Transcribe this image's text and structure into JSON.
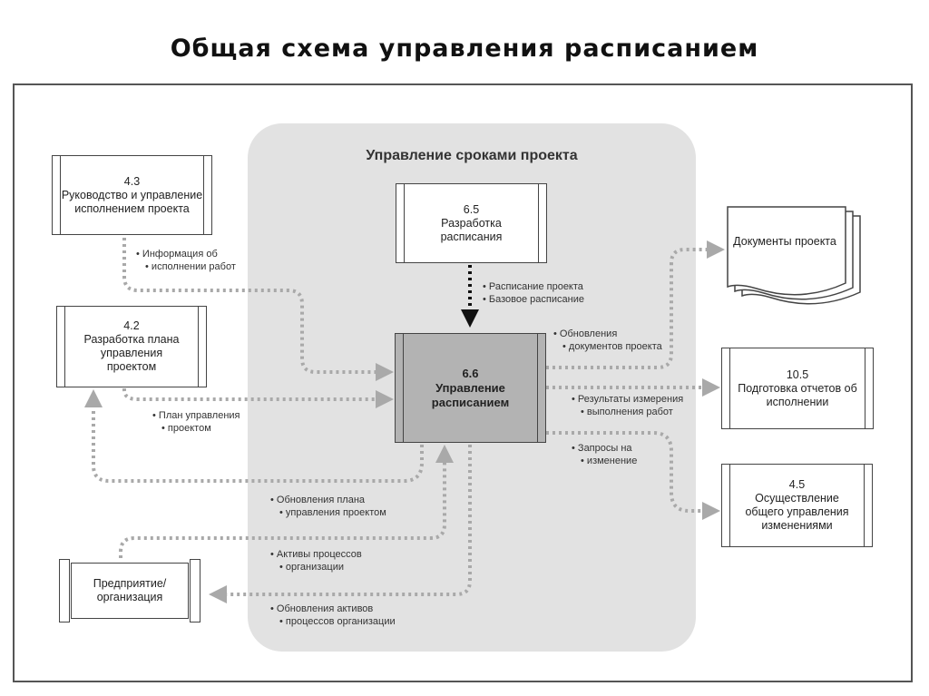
{
  "title": "Общая схема управления расписанием",
  "area_title": "Управление сроками проекта",
  "nodes": {
    "p43": {
      "num": "4.3",
      "text": "Руководство и управление исполнением проекта"
    },
    "p42": {
      "num": "4.2",
      "text": "Разработка плана управления проектом"
    },
    "p65": {
      "num": "6.5",
      "text": "Разработка расписания"
    },
    "p66": {
      "num": "6.6",
      "text": "Управление расписанием"
    },
    "docs": {
      "text": "Документы проекта"
    },
    "p105": {
      "num": "10.5",
      "text": "Подготовка отчетов об исполнении"
    },
    "p45": {
      "num": "4.5",
      "text": "Осуществление общего управления изменениями"
    },
    "enterprise": {
      "text": "Предприятие/ организация"
    }
  },
  "labels": {
    "work_info": [
      "Информация об",
      "исполнении работ"
    ],
    "pm_plan": [
      "План управления",
      "проектом"
    ],
    "schedule": [
      "Расписание проекта",
      "Базовое расписание"
    ],
    "doc_updates": [
      "Обновления",
      "документов проекта"
    ],
    "measurements": [
      "Результаты измерения",
      "выполнения работ"
    ],
    "change_requests": [
      "Запросы на",
      "изменение"
    ],
    "plan_updates": [
      "Обновления плана",
      "управления проектом"
    ],
    "process_assets": [
      "Активы процессов",
      "организации"
    ],
    "asset_updates": [
      "Обновления активов",
      "процессов организации"
    ]
  }
}
